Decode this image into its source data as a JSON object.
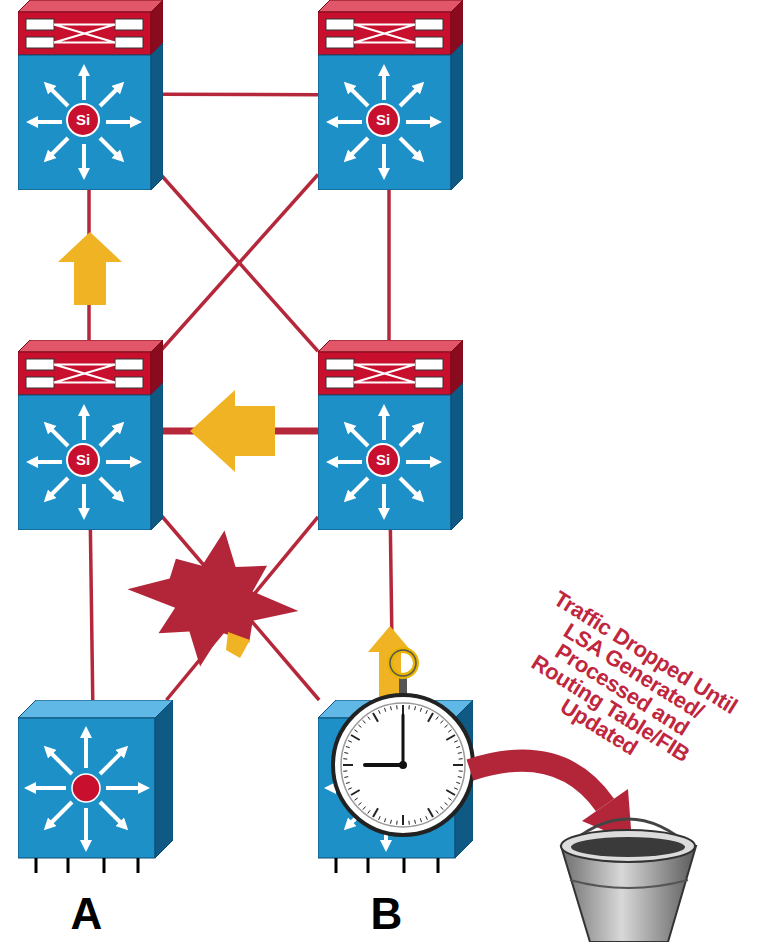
{
  "diagram": {
    "nodes": [
      {
        "text": [
          "Si"
        ]
      },
      {
        "text": [
          "Si"
        ]
      },
      {
        "text": [
          "Si"
        ]
      },
      {
        "text": [
          "Si"
        ]
      },
      {
        "text": [
          "A"
        ]
      },
      {
        "text": [
          "B"
        ]
      }
    ],
    "edges": [
      {
        "from": 0,
        "to": 1,
        "arrow": "none"
      },
      {
        "from": 0,
        "to": 2,
        "arrow": "none"
      },
      {
        "from": 0,
        "to": 3,
        "arrow": "none"
      },
      {
        "from": 1,
        "to": 2,
        "arrow": "none"
      },
      {
        "from": 1,
        "to": 3,
        "arrow": "none"
      },
      {
        "from": 2,
        "to": 3,
        "arrow": "none"
      },
      {
        "from": 2,
        "to": 4,
        "arrow": "none"
      },
      {
        "from": 2,
        "to": 5,
        "arrow": "none"
      },
      {
        "from": 3,
        "to": 4,
        "arrow": "none"
      },
      {
        "from": 3,
        "to": 5,
        "arrow": "none"
      }
    ],
    "labels": [
      "Traffic Dropped Until LSA Generated/ Processed and Routing Table/FIB Updated"
    ]
  }
}
